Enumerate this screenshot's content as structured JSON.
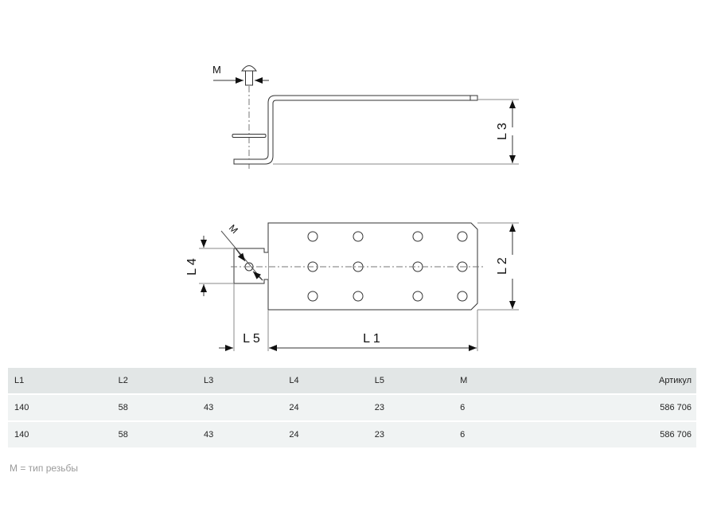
{
  "drawing": {
    "labels": {
      "m_top": "M",
      "m_diag": "M",
      "l1": "L 1",
      "l2": "L 2",
      "l3": "L 3",
      "l4": "L 4",
      "l5": "L 5"
    }
  },
  "table": {
    "headers": [
      "L1",
      "L2",
      "L3",
      "L4",
      "L5",
      "M",
      "Артикул"
    ],
    "rows": [
      [
        "140",
        "58",
        "43",
        "24",
        "23",
        "6",
        "586 706"
      ],
      [
        "140",
        "58",
        "43",
        "24",
        "23",
        "6",
        "586 706"
      ]
    ]
  },
  "note": "M = тип резьбы"
}
